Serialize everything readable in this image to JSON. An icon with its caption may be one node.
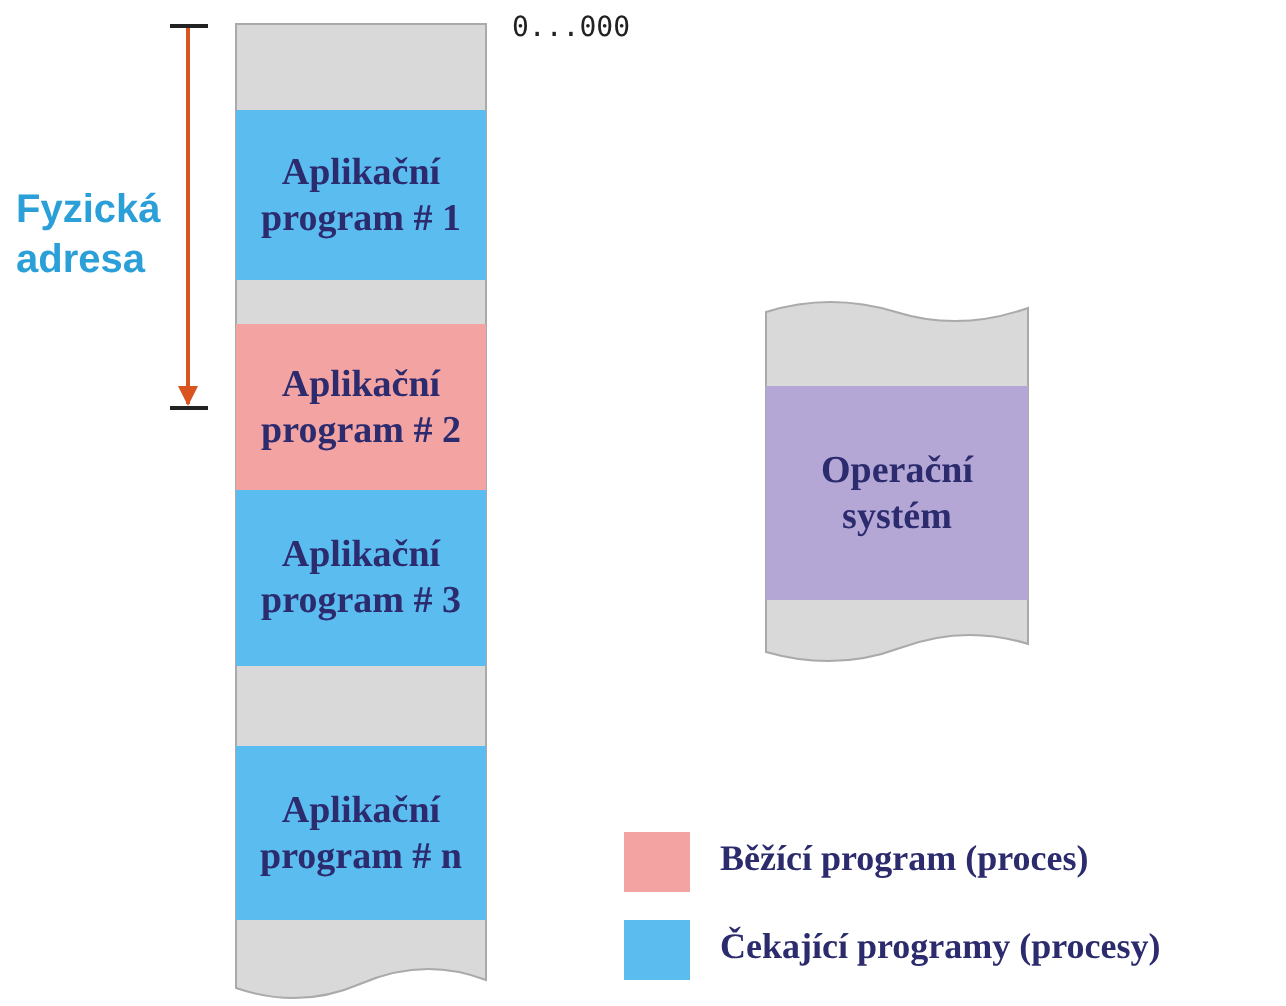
{
  "diagram": {
    "nodes": [
      {
        "text": [
          "Aplikační program # 1"
        ]
      },
      {
        "text": [
          "Aplikační program # 2"
        ]
      },
      {
        "text": [
          "Aplikační program # 3"
        ]
      },
      {
        "text": [
          "Aplikační program # n"
        ]
      },
      {
        "text": [
          "Operační systém"
        ]
      }
    ],
    "edges": [],
    "labels": [
      "0...000",
      "Fyzická adresa"
    ],
    "legend": [
      {
        "text": "Běžící program (proces)",
        "color": "#f4a3a3"
      },
      {
        "text": "Čekající programy (procesy)",
        "color": "#5bbcf0"
      }
    ]
  }
}
